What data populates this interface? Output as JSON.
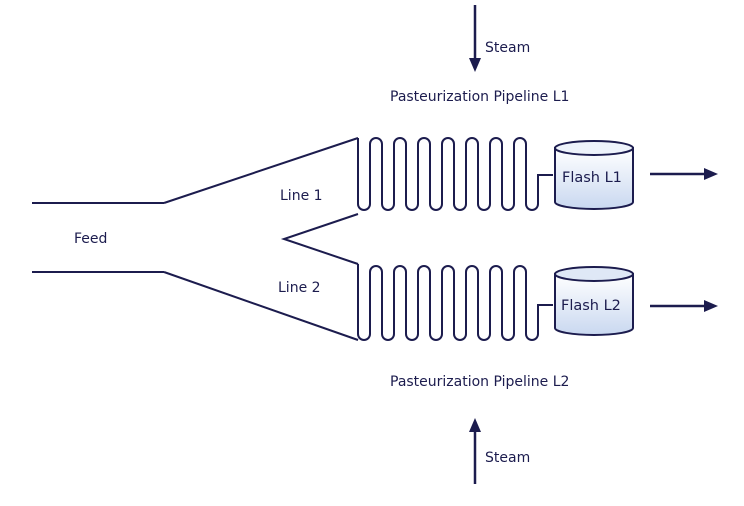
{
  "labels": {
    "steam_top": "Steam",
    "steam_bottom": "Steam",
    "pipeline_l1": "Pasteurization Pipeline L1",
    "pipeline_l2": "Pasteurization Pipeline L2",
    "feed": "Feed",
    "line1": "Line 1",
    "line2": "Line 2",
    "flash_l1": "Flash L1",
    "flash_l2": "Flash L2"
  },
  "colors": {
    "stroke": "#1c1c4e",
    "tank_fill": "#dbe6f6",
    "tank_top": "#c4d4ee"
  }
}
